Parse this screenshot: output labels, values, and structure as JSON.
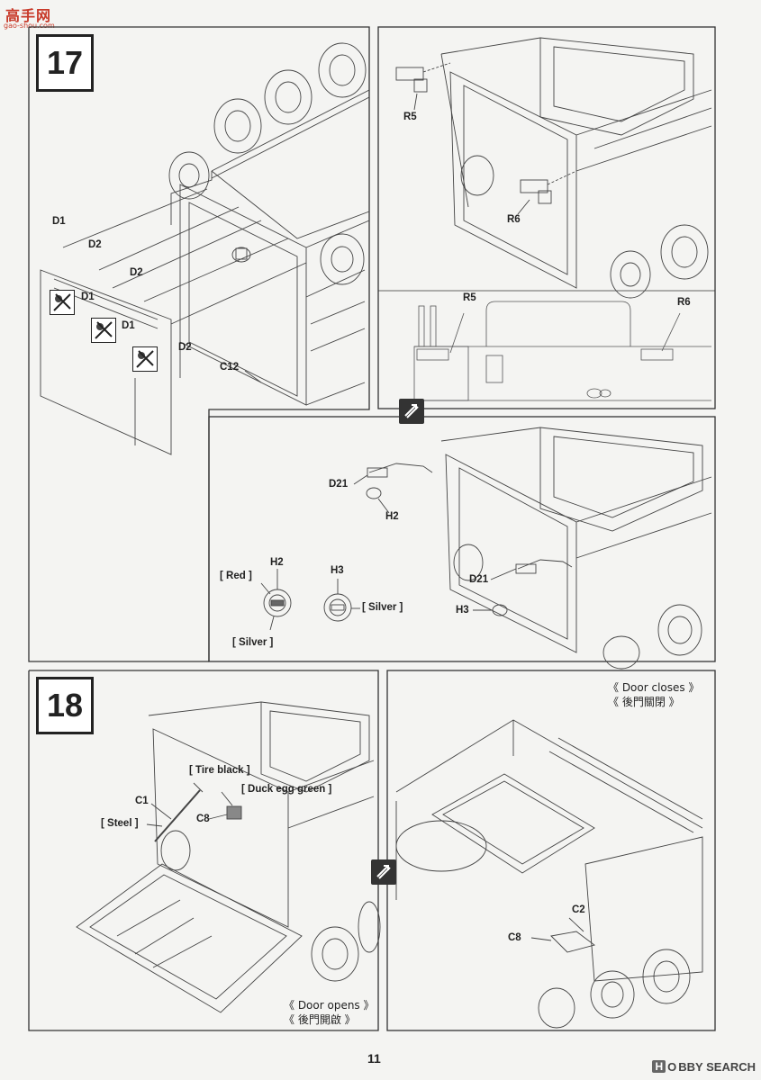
{
  "watermark": {
    "site_cn": "高手网",
    "site_url": "gao-shou.com"
  },
  "steps": {
    "s17": {
      "number": "17"
    },
    "s18": {
      "number": "18"
    }
  },
  "labels": {
    "d1_a": "D1",
    "d2_a": "D2",
    "d1_b": "D1",
    "d2_b": "D2",
    "d1_c": "D1",
    "d2_c": "D2",
    "c12": "C12",
    "r5_top": "R5",
    "r6_top": "R6",
    "r5_det": "R5",
    "r6_det": "R6",
    "d21_a": "D21",
    "h2_a": "H2",
    "d21_b": "D21",
    "h3_a": "H3",
    "h2_color_title": "H2",
    "h3_color_title": "H3",
    "red": "[ Red ]",
    "silver_h2": "[ Silver ]",
    "silver_h3": "[ Silver ]",
    "tire_black": "[ Tire black ]",
    "duck_egg": "[ Duck egg green ]",
    "c1": "C1",
    "steel": "[ Steel ]",
    "c8_left": "C8",
    "c2": "C2",
    "c8_right": "C8"
  },
  "captions": {
    "door_closes_en": "《 Door closes 》",
    "door_closes_cn": "《 後門關閉 》",
    "door_opens_en": "《 Door opens 》",
    "door_opens_cn": "《 後門開啟 》"
  },
  "footer": {
    "page_number": "11",
    "hobby_logo_hb": "H",
    "hobby_logo_text": "BBY SEARCH",
    "hobby_logo_mid": "O"
  },
  "colors": {
    "line": "#333333",
    "paper": "#f4f4f2",
    "watermark": "#c83a2a"
  }
}
